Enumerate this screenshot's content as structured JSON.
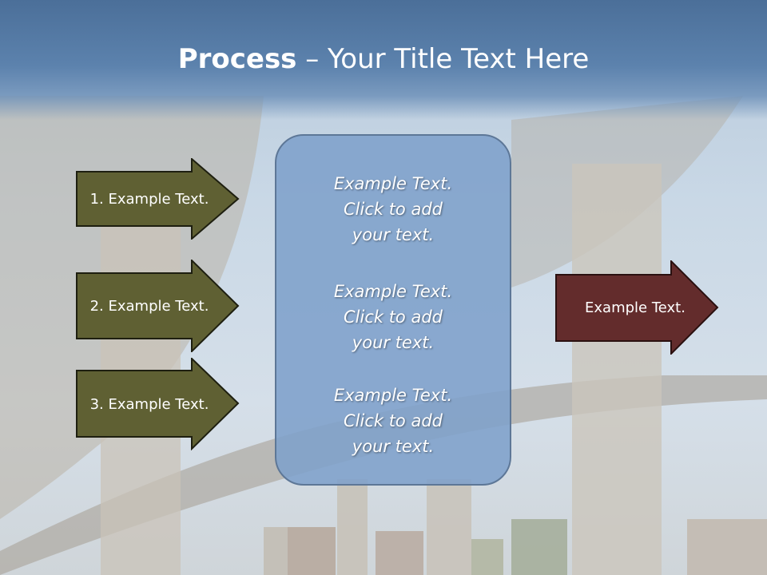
{
  "title": {
    "bold": "Process",
    "rest": " – Your Title Text Here"
  },
  "left_steps": [
    {
      "label": "1. Example Text."
    },
    {
      "label": "2. Example Text."
    },
    {
      "label": "3. Example Text."
    }
  ],
  "center_box": {
    "paragraphs": [
      {
        "line1": "Example Text.",
        "line2": "Click  to add",
        "line3": "your text."
      },
      {
        "line1": "Example Text.",
        "line2": "Click  to add",
        "line3": "your text."
      },
      {
        "line1": "Example Text.",
        "line2": "Click  to add",
        "line3": "your text."
      }
    ]
  },
  "right_result": {
    "label": "Example Text."
  },
  "colors": {
    "step_arrow": "#5f6033",
    "result_arrow": "#632c2c",
    "title_bar": "#5a80ab",
    "center_box": "#7ea0cb"
  }
}
